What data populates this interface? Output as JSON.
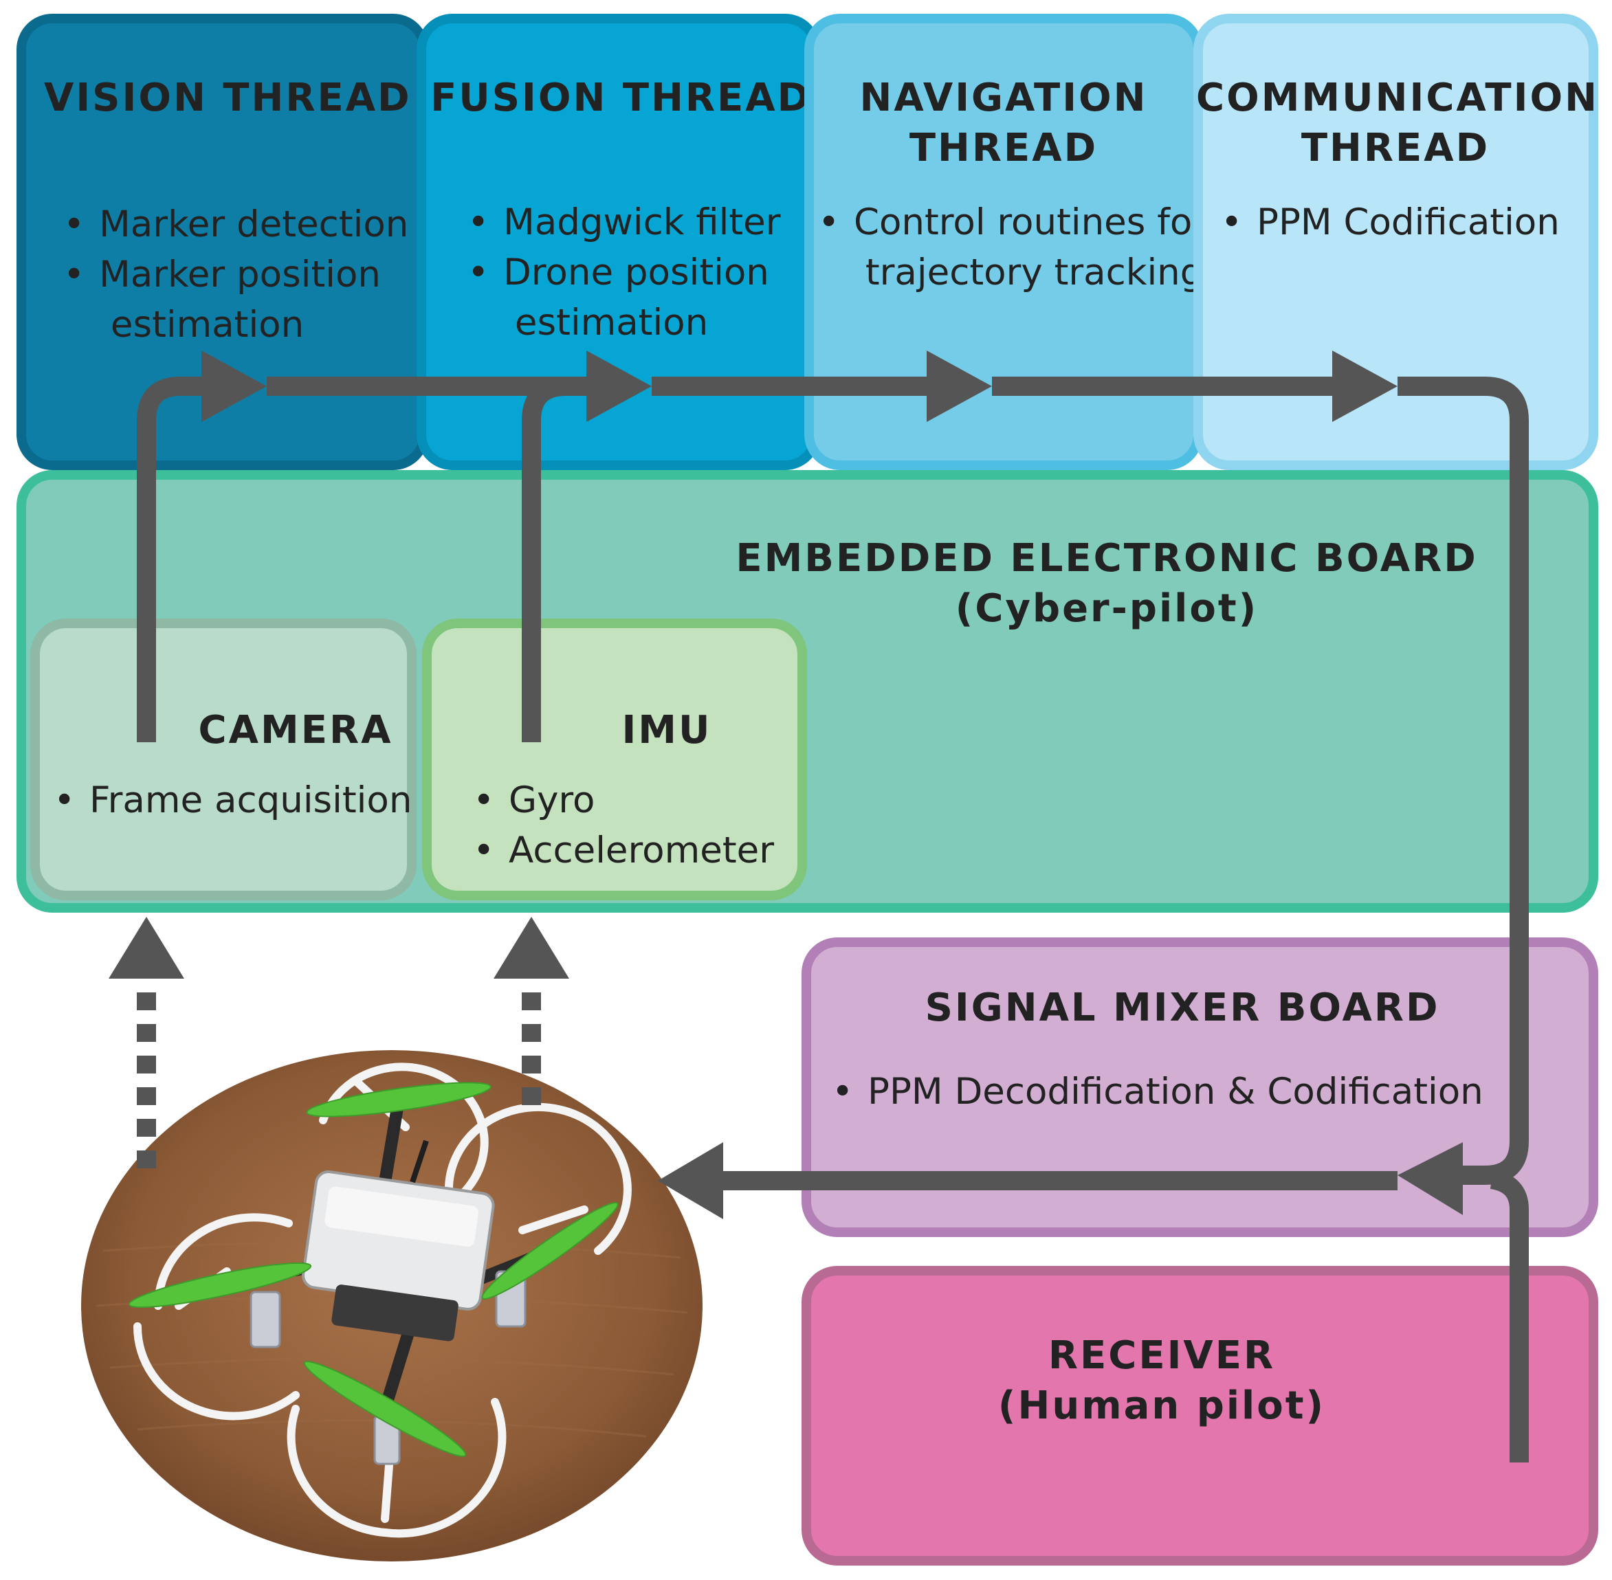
{
  "threads": {
    "vision": {
      "title_lines": [
        "VISION THREAD"
      ],
      "bullets": [
        "Marker detection",
        "Marker position\n estimation"
      ],
      "colors": {
        "fill": "#0e7ea6",
        "border": "#0b6b8e"
      }
    },
    "fusion": {
      "title_lines": [
        "FUSION THREAD"
      ],
      "bullets": [
        "Madgwick filter",
        "Drone position\n estimation"
      ],
      "colors": {
        "fill": "#06a5d3",
        "border": "#0590ba"
      }
    },
    "navigation": {
      "title_lines": [
        "NAVIGATION",
        "THREAD"
      ],
      "bullets": [
        "Control routines for\n trajectory tracking"
      ],
      "colors": {
        "fill": "#75cce8",
        "border": "#4ebee3"
      }
    },
    "communication": {
      "title_lines": [
        "COMMUNICATION",
        "THREAD"
      ],
      "bullets": [
        "PPM Codification"
      ],
      "colors": {
        "fill": "#b8e5f7",
        "border": "#8fd5ef"
      }
    }
  },
  "embedded_board": {
    "title_lines": [
      "EMBEDDED ELECTRONIC BOARD",
      "(Cyber-pilot)"
    ],
    "colors": {
      "fill": "#80cbb9",
      "border": "#3ebf9b"
    }
  },
  "camera": {
    "title": "CAMERA",
    "bullets": [
      "Frame acquisition"
    ],
    "colors": {
      "fill": "#b9dbc9",
      "border": "#8fb8a5"
    }
  },
  "imu": {
    "title": "IMU",
    "bullets": [
      "Gyro",
      "Accelerometer"
    ],
    "colors": {
      "fill": "#c3e2bd",
      "border": "#7fc57b"
    }
  },
  "signal_mixer": {
    "title": "SIGNAL MIXER BOARD",
    "bullets": [
      "PPM Decodification & Codification"
    ],
    "colors": {
      "fill": "#d3aed3",
      "border": "#b27fb7"
    }
  },
  "receiver": {
    "title_lines": [
      "RECEIVER",
      "(Human pilot)"
    ],
    "colors": {
      "fill": "#e276ad",
      "border": "#b96a93"
    }
  },
  "colors": {
    "arrow": "#555555",
    "text": "#222222"
  },
  "icons": [
    "drone-photo"
  ]
}
